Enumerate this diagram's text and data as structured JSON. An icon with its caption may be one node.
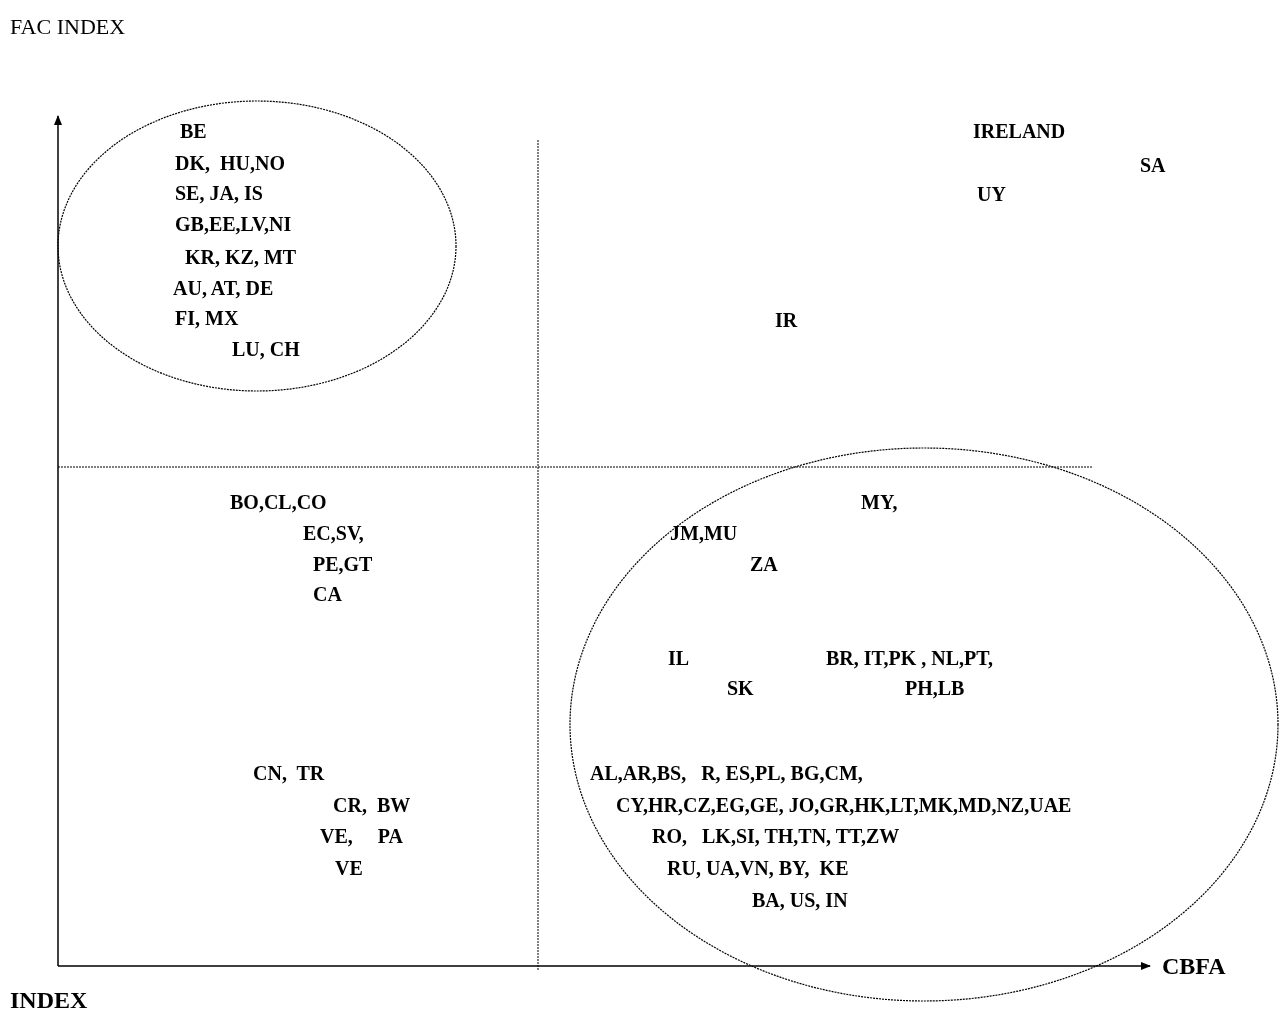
{
  "diagram": {
    "nodes": [
      {
        "text": [
          "BE",
          "DK,  HU,NO",
          "SE, JA, IS",
          "GB,EE,LV,NI",
          "KR, KZ, MT",
          "AU, AT, DE",
          "FI, MX",
          "LU, CH"
        ]
      },
      {
        "text": [
          "MY,",
          "JM,MU",
          "ZA",
          "IL",
          "BR, IT,PK , NL,PT,",
          "SK",
          "PH,LB",
          "AL,AR,BS,   R, ES,PL, BG,CM,",
          "CY,HR,CZ,EG,GE, JO,GR,HK,LT,MK,MD,NZ,UAE",
          "RO,   LK,SI, TH,TN, TT,ZW",
          "RU, UA,VN, BY,  KE",
          "BA, US, IN"
        ]
      }
    ],
    "labels": [
      "FAC INDEX",
      "IRELAND",
      "SA",
      "UY",
      "IR",
      "BO,CL,CO",
      "EC,SV,",
      "PE,GT",
      "CA",
      "CN,  TR",
      "CR,  BW",
      "VE,     PA",
      "VE",
      "CBFA",
      "INDEX"
    ]
  }
}
